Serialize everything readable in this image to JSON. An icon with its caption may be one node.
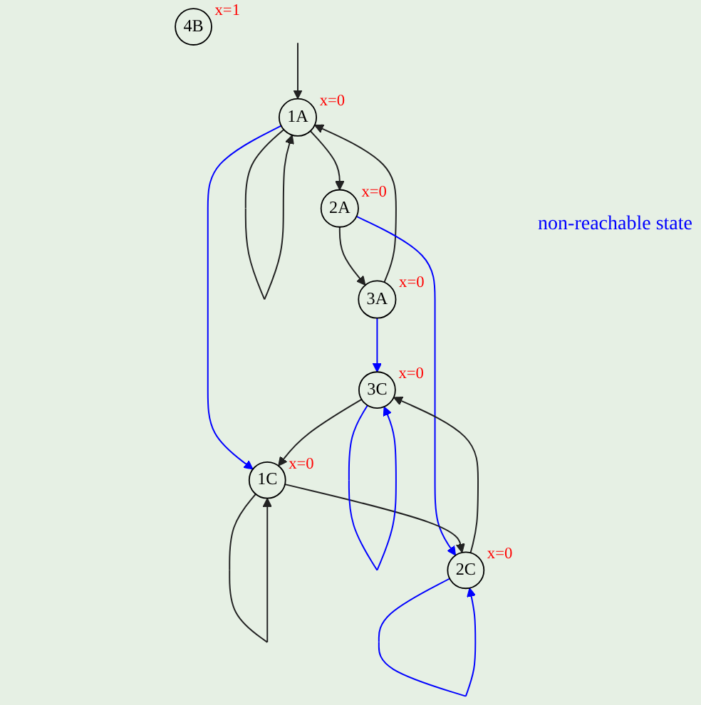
{
  "diagram": {
    "nodes": [
      {
        "text": [
          "1A"
        ],
        "beside": [
          "x=0"
        ]
      },
      {
        "text": [
          "2A"
        ],
        "beside": [
          "x=0"
        ]
      },
      {
        "text": [
          "3A"
        ],
        "beside": [
          "x=0"
        ]
      },
      {
        "text": [
          "4B"
        ],
        "beside": [
          "x=1"
        ]
      },
      {
        "text": [
          "1C"
        ],
        "beside": [
          "x=0"
        ]
      },
      {
        "text": [
          "2C"
        ],
        "beside": [
          "x=0"
        ]
      },
      {
        "text": [
          "3C"
        ],
        "beside": [
          "x=0"
        ]
      }
    ],
    "edges": [
      {
        "from": null,
        "to": 0,
        "arrow": "to"
      },
      {
        "from": 0,
        "to": 0,
        "arrow": "to"
      },
      {
        "from": 0,
        "to": 1,
        "arrow": "to"
      },
      {
        "from": 1,
        "to": 2,
        "arrow": "to"
      },
      {
        "from": 2,
        "to": 0,
        "arrow": "to"
      },
      {
        "from": 0,
        "to": 4,
        "arrow": "to",
        "color": "#0000ff"
      },
      {
        "from": 1,
        "to": 5,
        "arrow": "to",
        "color": "#0000ff"
      },
      {
        "from": 2,
        "to": 6,
        "arrow": "to",
        "color": "#0000ff"
      },
      {
        "from": 4,
        "to": 4,
        "arrow": "to"
      },
      {
        "from": 4,
        "to": 5,
        "arrow": "to"
      },
      {
        "from": 5,
        "to": 5,
        "arrow": "to",
        "color": "#0000ff"
      },
      {
        "from": 5,
        "to": 6,
        "arrow": "to"
      },
      {
        "from": 6,
        "to": 4,
        "arrow": "to"
      },
      {
        "from": 6,
        "to": 6,
        "arrow": "to",
        "color": "#0000ff"
      }
    ],
    "labels": [
      "non-reachable state"
    ]
  }
}
